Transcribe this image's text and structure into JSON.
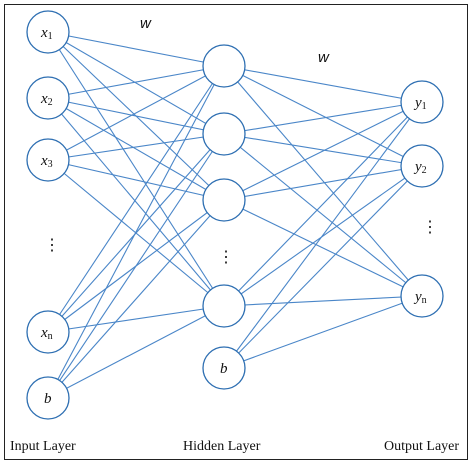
{
  "layers": {
    "input_label": "Input Layer",
    "hidden_label": "Hidden Layer",
    "output_label": "Output Layer"
  },
  "weights": {
    "input_hidden": "w",
    "hidden_output": "w"
  },
  "input_nodes": [
    {
      "var": "x",
      "sub": "1"
    },
    {
      "var": "x",
      "sub": "2"
    },
    {
      "var": "x",
      "sub": "3"
    },
    {
      "var": "x",
      "sub": "n"
    },
    {
      "var": "b",
      "sub": ""
    }
  ],
  "hidden_bias": {
    "var": "b",
    "sub": ""
  },
  "output_nodes": [
    {
      "var": "y",
      "sub": "1"
    },
    {
      "var": "y",
      "sub": "2"
    },
    {
      "var": "y",
      "sub": "n"
    }
  ],
  "ellipsis": "⋮",
  "caption": "..."
}
